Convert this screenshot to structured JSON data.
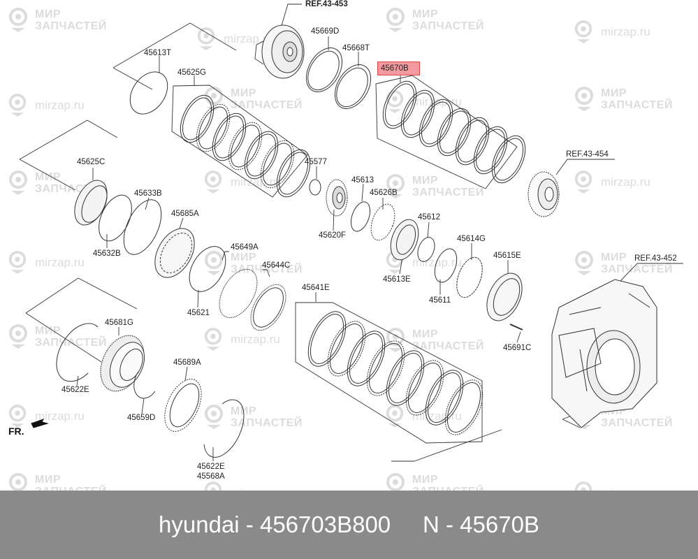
{
  "watermark": {
    "line1": "МИР",
    "line2": "ЗАПЧАСТЕЙ",
    "site": "mirzap.ru",
    "icon": "map-pin-wrench-icon"
  },
  "highlight_color": "#f29a9f",
  "refs": {
    "r453": "REF.43-453",
    "r454": "REF.43-454",
    "r452": "REF.43-452"
  },
  "parts": {
    "p45613T": "45613T",
    "p45625G": "45625G",
    "p45669D": "45669D",
    "p45668T": "45668T",
    "p45670B": "45670B",
    "p45625C": "45625C",
    "p45577": "45577",
    "p45633B": "45633B",
    "p45613": "45613",
    "p45626B": "45626B",
    "p45685A": "45685A",
    "p45620F": "45620F",
    "p45612": "45612",
    "p45632B": "45632B",
    "p45649A": "45649A",
    "p45614G": "45614G",
    "p45644C": "45644C",
    "p45613E": "45613E",
    "p45615E": "45615E",
    "p45641E": "45641E",
    "p45611": "45611",
    "p45621": "45621",
    "p45681G": "45681G",
    "p45691C": "45691C",
    "p45622E": "45622E",
    "p45689A": "45689A",
    "p45659D": "45659D",
    "p45622E_b": "45622E",
    "p45568A": "45568A"
  },
  "direction_label": "FR.",
  "direction_icon": "arrow-left-icon",
  "footer": {
    "text": "hyundai - 456703B800     N - 45670B"
  }
}
